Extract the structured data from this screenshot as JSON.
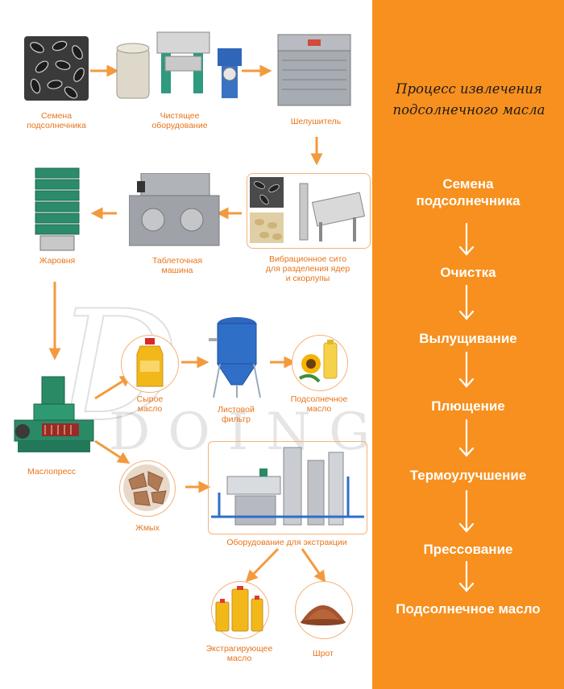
{
  "right_panel": {
    "title_line1": "Процесс извлечения",
    "title_line2": "подсолнечного масла",
    "steps": [
      "Семена подсолнечника",
      "Очистка",
      "Вылущивание",
      "Плющение",
      "Термоулучшение",
      "Прессование",
      "Подсолнечное масло"
    ],
    "step1_line1": "Семена",
    "step1_line2": "подсолнечника"
  },
  "labels": {
    "seeds": [
      "Семена",
      "подсолнечника"
    ],
    "cleaning": [
      "Чистящее",
      "оборудование"
    ],
    "huller": "Шелушитель",
    "sieve": [
      "Вибрационное сито",
      "для разделения ядер",
      "и скорлупы"
    ],
    "flaker": [
      "Таблеточная",
      "машина"
    ],
    "roaster": "Жаровня",
    "crude_oil": [
      "Сырое",
      "масло"
    ],
    "leaf_filter": [
      "Листовой",
      "фильтр"
    ],
    "sunflower_oil": [
      "Подсолнечное",
      "масло"
    ],
    "press": "Маслопресс",
    "cake": "Жмых",
    "extraction": "Оборудование для экстракции",
    "extracted_oil": [
      "Экстрагирующее",
      "масло"
    ],
    "meal": "Шрот"
  },
  "watermark": "DOING",
  "colors": {
    "accent_orange": "#f7901e",
    "label_orange": "#e8741a",
    "arrow_orange": "#f39a3e",
    "equipment_green": "#1f8a68",
    "equipment_blue": "#1f5fb0"
  }
}
